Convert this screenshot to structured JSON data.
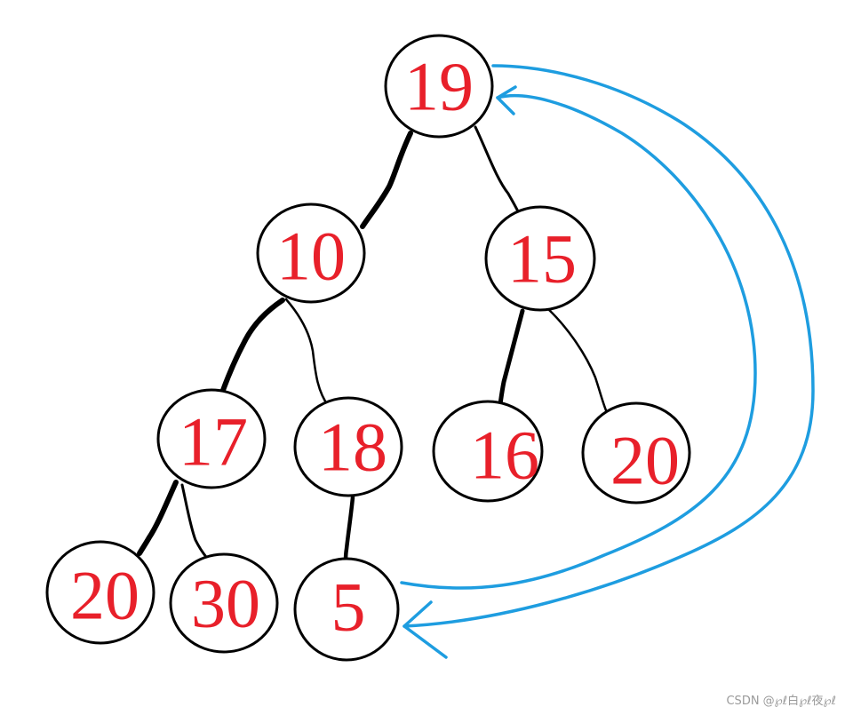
{
  "nodes": [
    {
      "id": "n19",
      "label": "19"
    },
    {
      "id": "n10",
      "label": "10"
    },
    {
      "id": "n15",
      "label": "15"
    },
    {
      "id": "n17",
      "label": "17"
    },
    {
      "id": "n18",
      "label": "18"
    },
    {
      "id": "n16",
      "label": "16"
    },
    {
      "id": "n20a",
      "label": "20"
    },
    {
      "id": "n20b",
      "label": "20"
    },
    {
      "id": "n30",
      "label": "30"
    },
    {
      "id": "n5",
      "label": "5"
    }
  ],
  "edges": [
    {
      "from": "19",
      "to": "10"
    },
    {
      "from": "19",
      "to": "15"
    },
    {
      "from": "10",
      "to": "17"
    },
    {
      "from": "10",
      "to": "18"
    },
    {
      "from": "15",
      "to": "16"
    },
    {
      "from": "15",
      "to": "20"
    },
    {
      "from": "17",
      "to": "20"
    },
    {
      "from": "17",
      "to": "30"
    },
    {
      "from": "18",
      "to": "5"
    }
  ],
  "swap_arrows": [
    {
      "between": [
        "19",
        "5"
      ],
      "color": "#1e9de0"
    }
  ],
  "colors": {
    "node_text": "#e8202a",
    "node_border": "#000000",
    "edge": "#000000",
    "arrow": "#1e9de0"
  },
  "watermark": "CSDN @℘ℓ白℘ℓ夜℘ℓ"
}
